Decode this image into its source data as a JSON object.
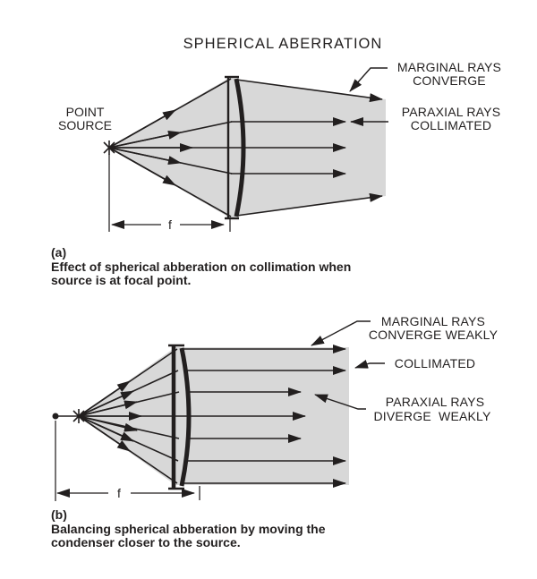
{
  "title": "SPHERICAL ABERRATION",
  "colors": {
    "shade": "#d8d8d8",
    "ink": "#221f1f",
    "paper": "#ffffff"
  },
  "panel_a": {
    "point_source_line1": "POINT",
    "point_source_line2": "SOURCE",
    "focal_length_label": "f",
    "label_marginal_line1": "MARGINAL RAYS",
    "label_marginal_line2": "CONVERGE",
    "label_paraxial_line1": "PARAXIAL RAYS",
    "label_paraxial_line2": "COLLIMATED",
    "caption_tag": "(a)",
    "caption_line1": "Effect of spherical abberation on collimation when",
    "caption_line2": "source is at focal point."
  },
  "panel_b": {
    "focal_length_label": "f",
    "label_marginal_line1": "MARGINAL RAYS",
    "label_marginal_line2": "CONVERGE WEAKLY",
    "label_collimated": "COLLIMATED",
    "label_paraxial_line1": "PARAXIAL RAYS",
    "label_paraxial_line2": "DIVERGE  WEAKLY",
    "caption_tag": "(b)",
    "caption_line1": "Balancing spherical abberation by moving the",
    "caption_line2": "condenser closer to the source."
  }
}
